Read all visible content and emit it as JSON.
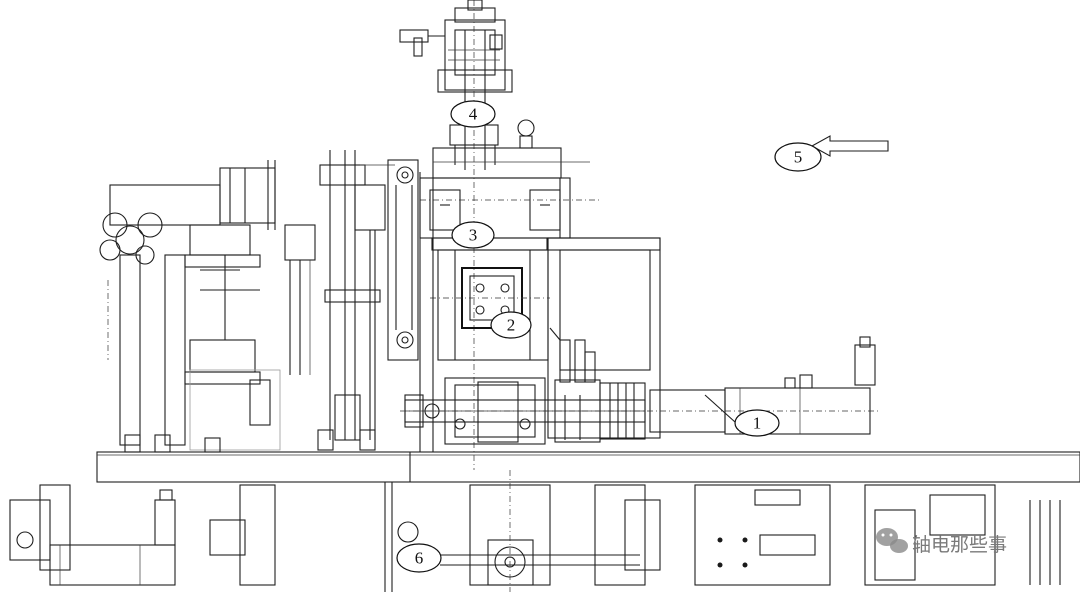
{
  "callouts": [
    "1",
    "2",
    "3",
    "4",
    "5",
    "6"
  ],
  "watermark": {
    "text": "轴电那些事",
    "icon": "wechat-icon"
  },
  "colors": {
    "line": "#1e1e1e",
    "background": "#ffffff",
    "watermark": "#7a7a7a"
  }
}
